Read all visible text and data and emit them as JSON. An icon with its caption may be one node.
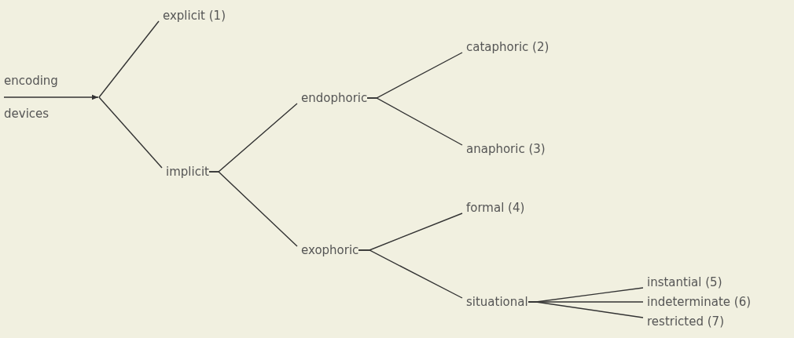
{
  "diagram": {
    "nodes": [
      {
        "text": [
          "encoding devices"
        ]
      },
      {
        "text": [
          "explicit (1)"
        ]
      },
      {
        "text": [
          "implicit"
        ]
      },
      {
        "text": [
          "endophoric"
        ]
      },
      {
        "text": [
          "cataphoric (2)"
        ]
      },
      {
        "text": [
          "anaphoric (3)"
        ]
      },
      {
        "text": [
          "exophoric"
        ]
      },
      {
        "text": [
          "formal (4)"
        ]
      },
      {
        "text": [
          "situational"
        ]
      },
      {
        "text": [
          "instantial (5)"
        ]
      },
      {
        "text": [
          "indeterminate (6)"
        ]
      },
      {
        "text": [
          "restricted (7)"
        ]
      }
    ],
    "edges": [
      {
        "from": 0,
        "to": null,
        "arrow": "to"
      },
      {
        "from": 0,
        "to": 1,
        "arrow": "none"
      },
      {
        "from": 0,
        "to": 2,
        "arrow": "none"
      },
      {
        "from": 2,
        "to": 3,
        "arrow": "none"
      },
      {
        "from": 2,
        "to": 6,
        "arrow": "none"
      },
      {
        "from": 3,
        "to": 4,
        "arrow": "none"
      },
      {
        "from": 3,
        "to": 5,
        "arrow": "none"
      },
      {
        "from": 6,
        "to": 7,
        "arrow": "none"
      },
      {
        "from": 6,
        "to": 8,
        "arrow": "none"
      },
      {
        "from": 8,
        "to": 9,
        "arrow": "none"
      },
      {
        "from": 8,
        "to": 10,
        "arrow": "none"
      },
      {
        "from": 8,
        "to": 11,
        "arrow": "none"
      }
    ]
  }
}
